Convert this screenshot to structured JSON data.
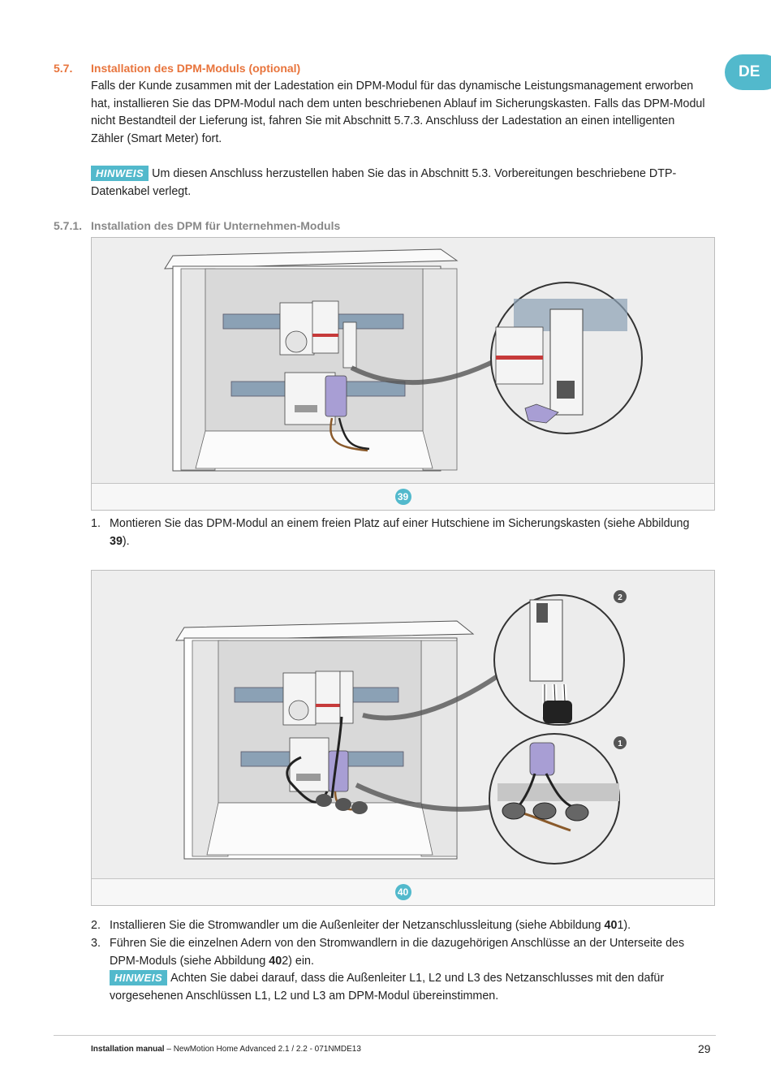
{
  "lang_tab": "DE",
  "section": {
    "number": "5.7.",
    "title": "Installation des DPM-Moduls (optional)",
    "intro_lines": [
      "Falls der Kunde zusammen mit der Ladestation ein DPM-Modul für das dynamische Leistungsmanagement erworben",
      "hat, installieren Sie das DPM-Modul nach dem unten beschriebenen Ablauf im Sicherungskasten. Falls das DPM-Modul",
      "nicht Bestandteil der Lieferung ist, fahren Sie mit Abschnitt 5.7.3. Anschluss der Ladestation an einen intelligenten",
      "Zähler (Smart Meter) fort."
    ],
    "note_badge": "HINWEIS",
    "note_line1": "Um diesen Anschluss herzustellen haben Sie das in Abschnitt 5.3. Vorbereitungen beschriebene DTP-",
    "note_line2": "Datenkabel verlegt."
  },
  "subsection": {
    "number": "5.7.1.",
    "title": "Installation des DPM für Unternehmen-Moduls"
  },
  "figures": [
    {
      "number": "39"
    },
    {
      "number": "40",
      "callouts": [
        "2",
        "1"
      ]
    }
  ],
  "steps": [
    {
      "n": "1.",
      "text_before": "Montieren Sie das DPM-Modul an einem freien Platz auf einer Hutschiene im Sicherungskasten (siehe Abbildung",
      "ref_bold": "39",
      "text_after": ")."
    },
    {
      "n": "2.",
      "text_before": "Installieren Sie die Stromwandler um die Außenleiter der Netzanschlussleitung (siehe Abbildung ",
      "ref_bold": "40",
      "text_after": "1)."
    },
    {
      "n": "3.",
      "text_line1": "Führen Sie die einzelnen Adern von den Stromwandlern in die dazugehörigen Anschlüsse an der Unterseite des",
      "text_before": "DPM-Moduls (siehe Abbildung ",
      "ref_bold": "40",
      "text_after": "2) ein.",
      "note_badge": "HINWEIS",
      "note_line1": "Achten Sie dabei darauf, dass die Außenleiter L1, L2 und L3 des Netzanschlusses mit den dafür",
      "note_line2": "vorgesehenen Anschlüssen L1, L2 und L3 am DPM-Modul übereinstimmen."
    }
  ],
  "footer": {
    "doc_bold": "Installation manual",
    "doc_rest": " – NewMotion Home Advanced 2.1 / 2.2 - 071NMDE13",
    "page": "29"
  }
}
